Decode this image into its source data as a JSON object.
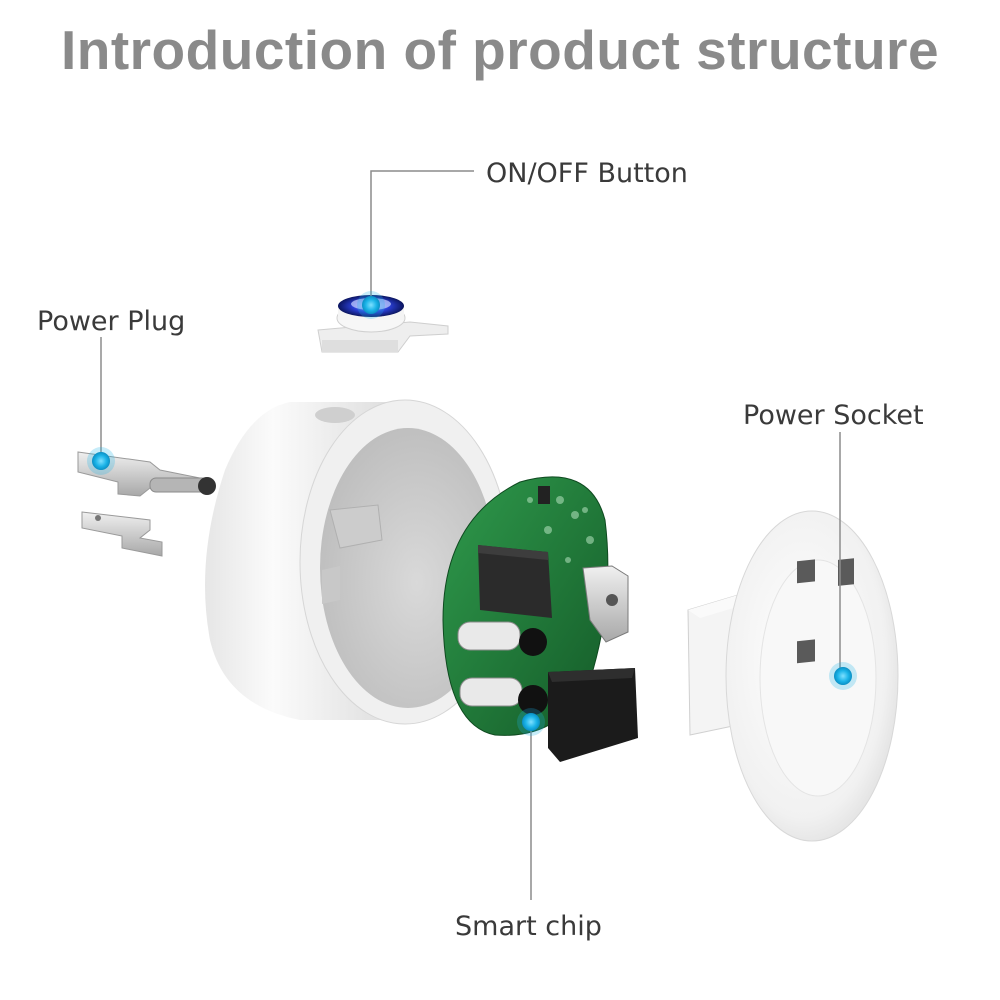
{
  "title": "Introduction of product structure",
  "labels": {
    "on_off_button": "ON/OFF Button",
    "power_plug": "Power Plug",
    "power_socket": "Power Socket",
    "smart_chip": "Smart chip"
  },
  "colors": {
    "title": "#8a8a8a",
    "label_text": "#3a3a3a",
    "callout_line": "#8c8c8c",
    "marker": "#1cb4e8",
    "pcb": "#1f7a3a",
    "button_glow": "#2a3fd6",
    "shell": "#f2f2f2"
  }
}
